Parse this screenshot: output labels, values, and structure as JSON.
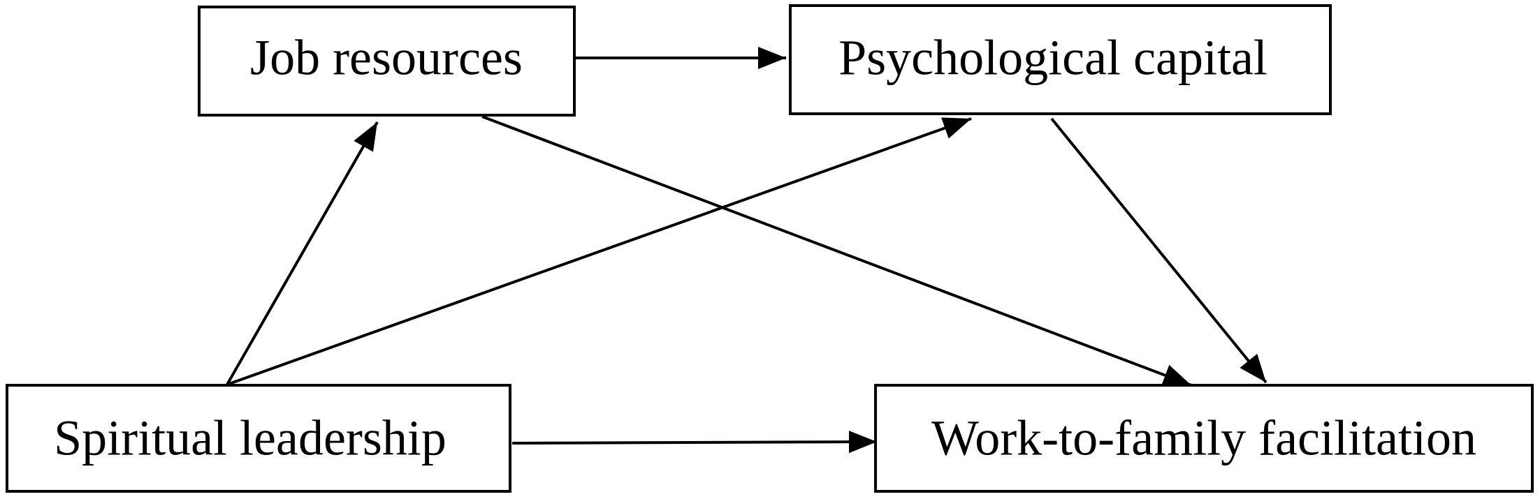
{
  "diagram": {
    "nodes": {
      "job_resources": {
        "label": "Job resources"
      },
      "psychological_capital": {
        "label": "Psychological capital"
      },
      "spiritual_leadership": {
        "label": "Spiritual leadership"
      },
      "work_to_family_facilitation": {
        "label": "Work-to-family facilitation"
      }
    },
    "edges": [
      {
        "from": "job_resources",
        "to": "psychological_capital"
      },
      {
        "from": "spiritual_leadership",
        "to": "job_resources"
      },
      {
        "from": "spiritual_leadership",
        "to": "psychological_capital"
      },
      {
        "from": "job_resources",
        "to": "work_to_family_facilitation"
      },
      {
        "from": "psychological_capital",
        "to": "work_to_family_facilitation"
      },
      {
        "from": "spiritual_leadership",
        "to": "work_to_family_facilitation"
      }
    ],
    "colors": {
      "stroke": "#000000",
      "background": "#ffffff"
    }
  }
}
